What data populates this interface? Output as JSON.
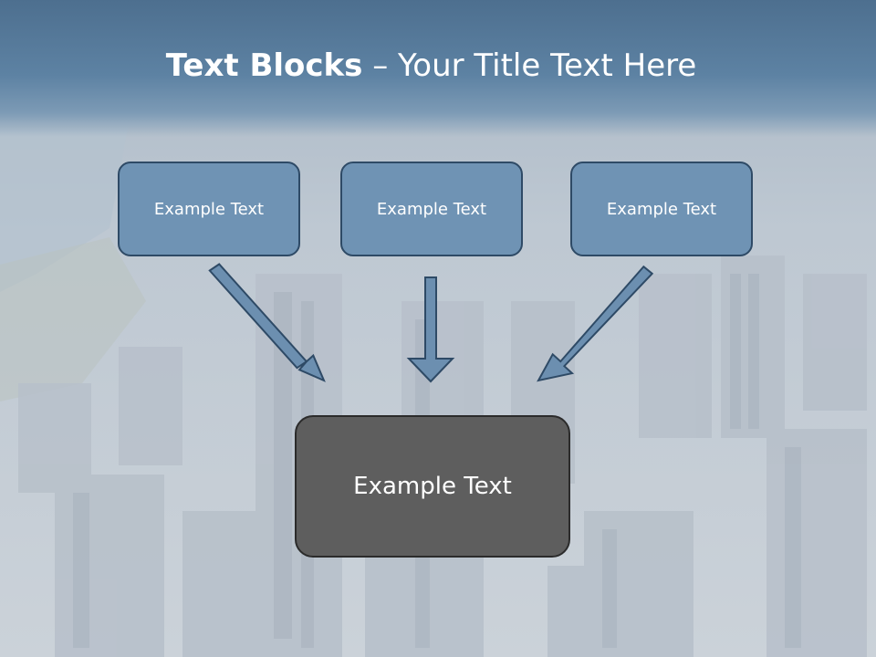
{
  "slide": {
    "title_bold": "Text Blocks",
    "title_separator": " – ",
    "title_rest": "Your Title Text Here"
  },
  "diagram": {
    "top_boxes": [
      {
        "label": "Example Text"
      },
      {
        "label": "Example Text"
      },
      {
        "label": "Example Text"
      }
    ],
    "center_box": {
      "label": "Example Text"
    }
  },
  "colors": {
    "title_band": "#5d82a3",
    "top_box_fill": "#6f93b4",
    "top_box_border": "#2e4a66",
    "center_box_fill": "#5e5e5e",
    "arrow_fill": "#6c8fb0",
    "arrow_stroke": "#2e4a66"
  }
}
